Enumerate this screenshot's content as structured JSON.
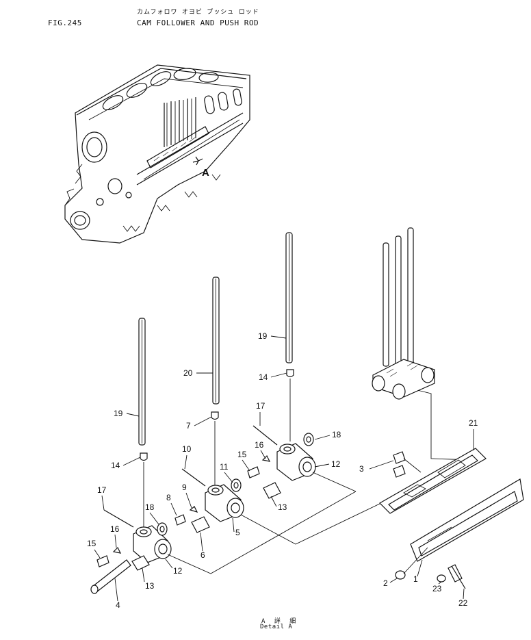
{
  "header": {
    "fig_no": "FIG.245",
    "title_jp": "カムフォロワ オヨビ プッシュ ロッド",
    "title_en": "CAM FOLLOWER AND PUSH ROD"
  },
  "engine_view": {
    "detail_marker": "A"
  },
  "callouts": [
    "19",
    "20",
    "19",
    "14",
    "7",
    "14",
    "17",
    "10",
    "15",
    "16",
    "18",
    "11",
    "12",
    "3",
    "21",
    "17",
    "18",
    "9",
    "8",
    "13",
    "16",
    "5",
    "15",
    "6",
    "12",
    "13",
    "4",
    "2",
    "1",
    "23",
    "22"
  ],
  "footer": {
    "detail_jp": "A 詳 細",
    "detail_en": "Detail A"
  }
}
